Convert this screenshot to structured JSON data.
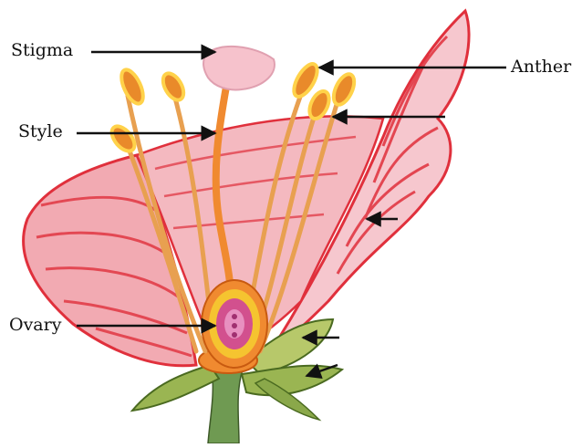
{
  "labels": {
    "stigma": "Stigma",
    "anther": "Anther",
    "style": "Style",
    "ovary": "Ovary"
  },
  "colors": {
    "petal_fill": "#f2aab2",
    "petal_light": "#f7d3d8",
    "petal_vein": "#e0303c",
    "filament": "#e8a050",
    "anther_fill": "#e98a2a",
    "pollen_glow": "#ffd24a",
    "stigma_fill": "#f6c2cc",
    "style_orange": "#f08a30",
    "ovary_yellow": "#f5c430",
    "ovary_pink": "#d2508e",
    "sepal_green": "#9ab552",
    "sepal_dark": "#4a6a20",
    "stem_green": "#6f9a52",
    "arrow": "#111111"
  }
}
